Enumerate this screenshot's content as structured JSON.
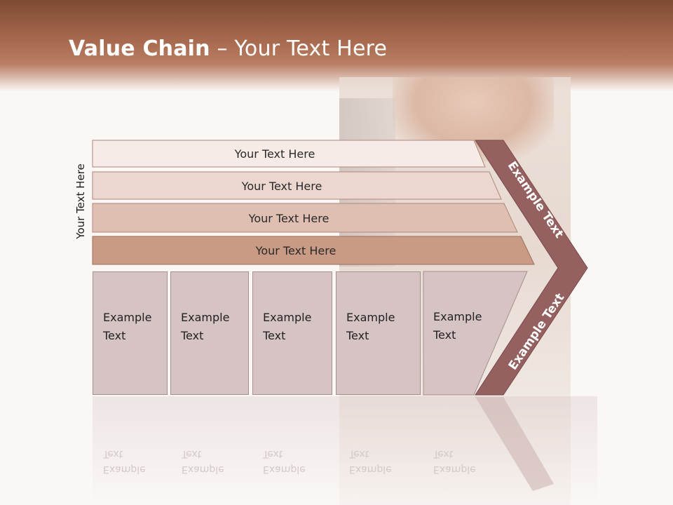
{
  "title": {
    "bold": "Value Chain",
    "rest": " – Your Text Here"
  },
  "side_label": "Your Text Here",
  "rows": [
    {
      "label": "Your Text Here",
      "color": "#f6ebe7"
    },
    {
      "label": "Your Text Here",
      "color": "#ebd7cf"
    },
    {
      "label": "Your Text Here",
      "color": "#dfbfb1"
    },
    {
      "label": "Your Text Here",
      "color": "#c99a84"
    }
  ],
  "columns": [
    {
      "label": "Example Text"
    },
    {
      "label": "Example Text"
    },
    {
      "label": "Example Text"
    },
    {
      "label": "Example Text"
    },
    {
      "label": "Example Text"
    }
  ],
  "chevron": {
    "upper": "Example Text",
    "lower": "Example Text",
    "color": "#946060"
  }
}
